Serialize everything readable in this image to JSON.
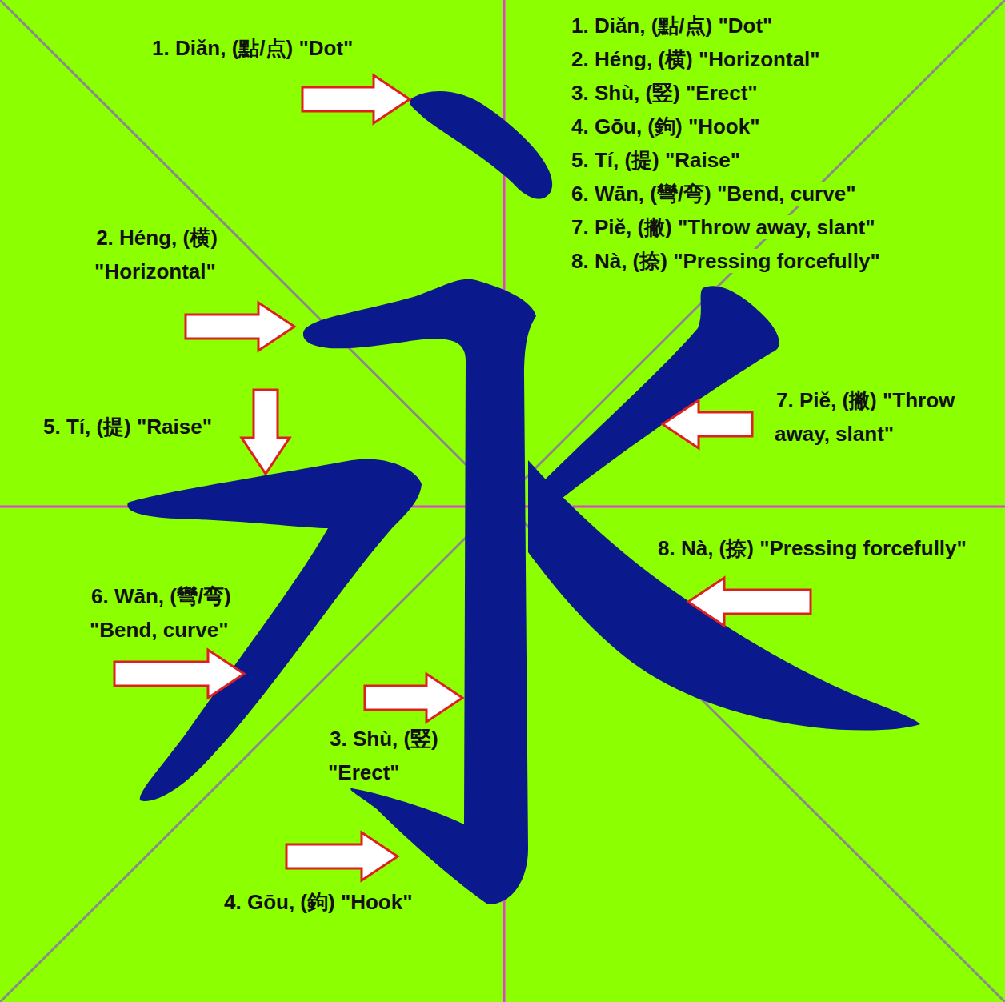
{
  "diagram": {
    "labels": [
      "1. Diǎn, (點/点) \"Dot\"",
      "1. Diǎn, (點/点) \"Dot\"",
      "2. Héng, (横) \"Horizontal\"",
      "3. Shù, (竪) \"Erect\"",
      "4. Gōu, (鉤) \"Hook\"",
      "5. Tí, (提) \"Raise\"",
      "6. Wān, (彎/弯) \"Bend, curve\"",
      "7. Piě, (撇) \"Throw away, slant\"",
      "8. Nà, (捺) \"Pressing forcefully\"",
      "2. Héng, (横) \"Horizontal\"",
      "7. Piě, (撇) \"Throw away, slant\"",
      "5. Tí, (提) \"Raise\"",
      "8. Nà, (捺) \"Pressing forcefully\"",
      "6. Wān, (彎/弯) \"Bend, curve\"",
      "3. Shù, (竪) \"Erect\"",
      "4. Gōu, (鉤) \"Hook\""
    ]
  }
}
